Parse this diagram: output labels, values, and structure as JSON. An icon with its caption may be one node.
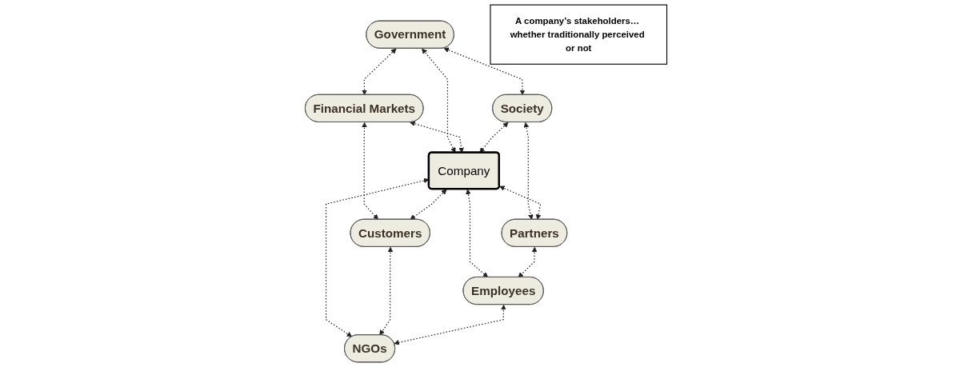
{
  "diagram": {
    "nodes": [
      {
        "text": [
          "Government"
        ]
      },
      {
        "text": [
          "Financial Markets"
        ]
      },
      {
        "text": [
          "Society"
        ]
      },
      {
        "text": [
          "Company"
        ]
      },
      {
        "text": [
          "Customers"
        ]
      },
      {
        "text": [
          "Partners"
        ]
      },
      {
        "text": [
          "Employees"
        ]
      },
      {
        "text": [
          "NGOs"
        ]
      },
      {
        "text": [
          "A company’s stakeholders… whether traditionally perceived or not"
        ]
      }
    ],
    "edges": [
      {
        "from": 0,
        "to": 1,
        "arrow": "both",
        "style": "dashed"
      },
      {
        "from": 0,
        "to": 2,
        "arrow": "both",
        "style": "dashed"
      },
      {
        "from": 0,
        "to": 3,
        "arrow": "both",
        "style": "dashed"
      },
      {
        "from": 1,
        "to": 3,
        "arrow": "both",
        "style": "dashed"
      },
      {
        "from": 1,
        "to": 4,
        "arrow": "both",
        "style": "dashed"
      },
      {
        "from": 2,
        "to": 3,
        "arrow": "both",
        "style": "dashed"
      },
      {
        "from": 3,
        "to": 4,
        "arrow": "both",
        "style": "dashed"
      },
      {
        "from": 2,
        "to": 5,
        "arrow": "both",
        "style": "dashed"
      },
      {
        "from": 3,
        "to": 5,
        "arrow": "both",
        "style": "dashed"
      },
      {
        "from": 3,
        "to": 6,
        "arrow": "both",
        "style": "dashed"
      },
      {
        "from": 3,
        "to": 7,
        "arrow": "both",
        "style": "dashed"
      },
      {
        "from": 4,
        "to": 7,
        "arrow": "both",
        "style": "dashed"
      },
      {
        "from": 5,
        "to": 6,
        "arrow": "both",
        "style": "dashed"
      },
      {
        "from": 6,
        "to": 7,
        "arrow": "both",
        "style": "dashed"
      }
    ]
  }
}
